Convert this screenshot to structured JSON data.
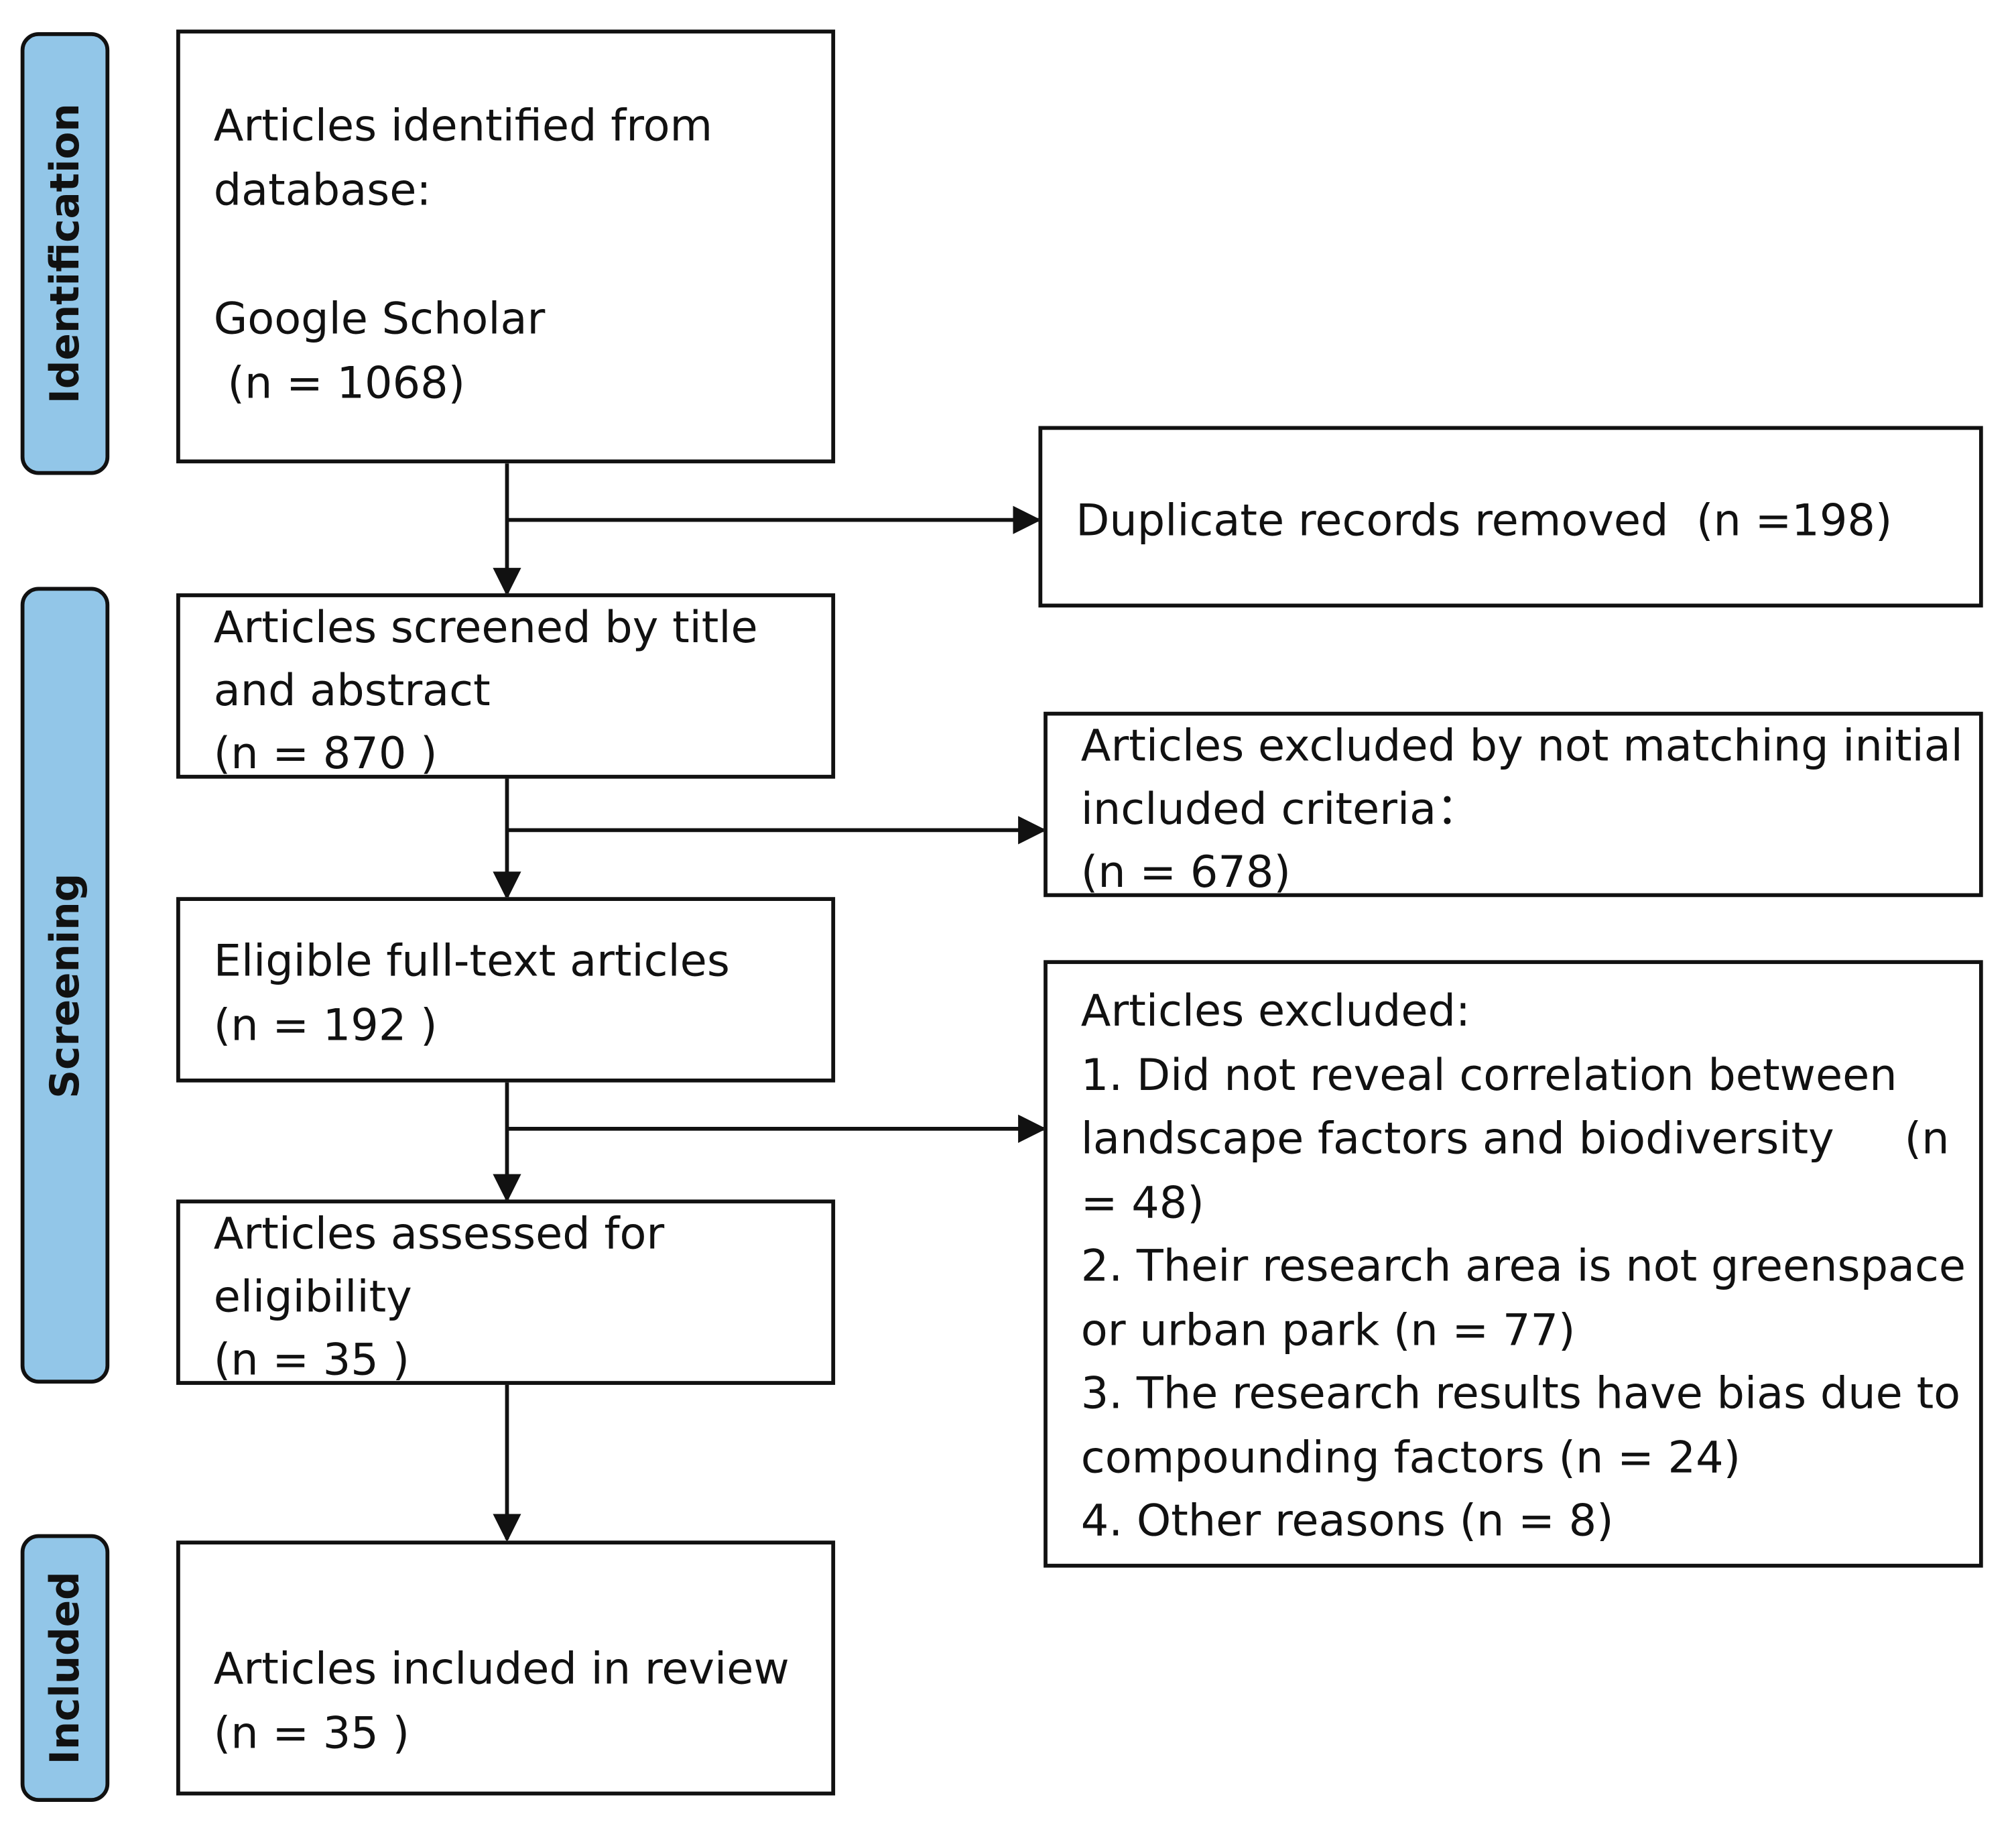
{
  "phases": {
    "identification": "Identification",
    "screening": "Screening",
    "included": "Included"
  },
  "boxes": {
    "identified": {
      "line1": "Articles identified from",
      "line2": "database:",
      "line3": "Google Scholar",
      "line4": " (n = 1068)"
    },
    "duplicates": {
      "line1": "Duplicate records removed  (n =198)"
    },
    "screened": {
      "line1": "Articles screened by title",
      "line2": "and abstract",
      "line3": "(n = 870 )"
    },
    "excluded_initial": {
      "line1": "Articles excluded by not matching initial",
      "line2": "included criteria：",
      "line3": "(n = 678)"
    },
    "eligible": {
      "line1": "Eligible full-text articles",
      "line2": "(n = 192 )"
    },
    "excluded_full": {
      "line1": "Articles excluded:",
      "line2": "1. Did not reveal correlation between",
      "line3a": "landscape factors and biodiversity",
      "line3b": "(n",
      "line4": "= 48)",
      "line5": "2. Their research area is not greenspace",
      "line6": "or urban park (n = 77)",
      "line7": "3. The research results have bias due to",
      "line8": "compounding factors (n = 24)",
      "line9": "4. Other reasons (n = 8)"
    },
    "assessed": {
      "line1": "Articles assessed for",
      "line2": "eligibility",
      "line3": "(n = 35 )"
    },
    "included": {
      "line1": "Articles included in review",
      "line2": "(n = 35 )"
    }
  },
  "colors": {
    "phase_fill": "#92c6e8",
    "stroke": "#111111",
    "box_fill": "#ffffff"
  }
}
